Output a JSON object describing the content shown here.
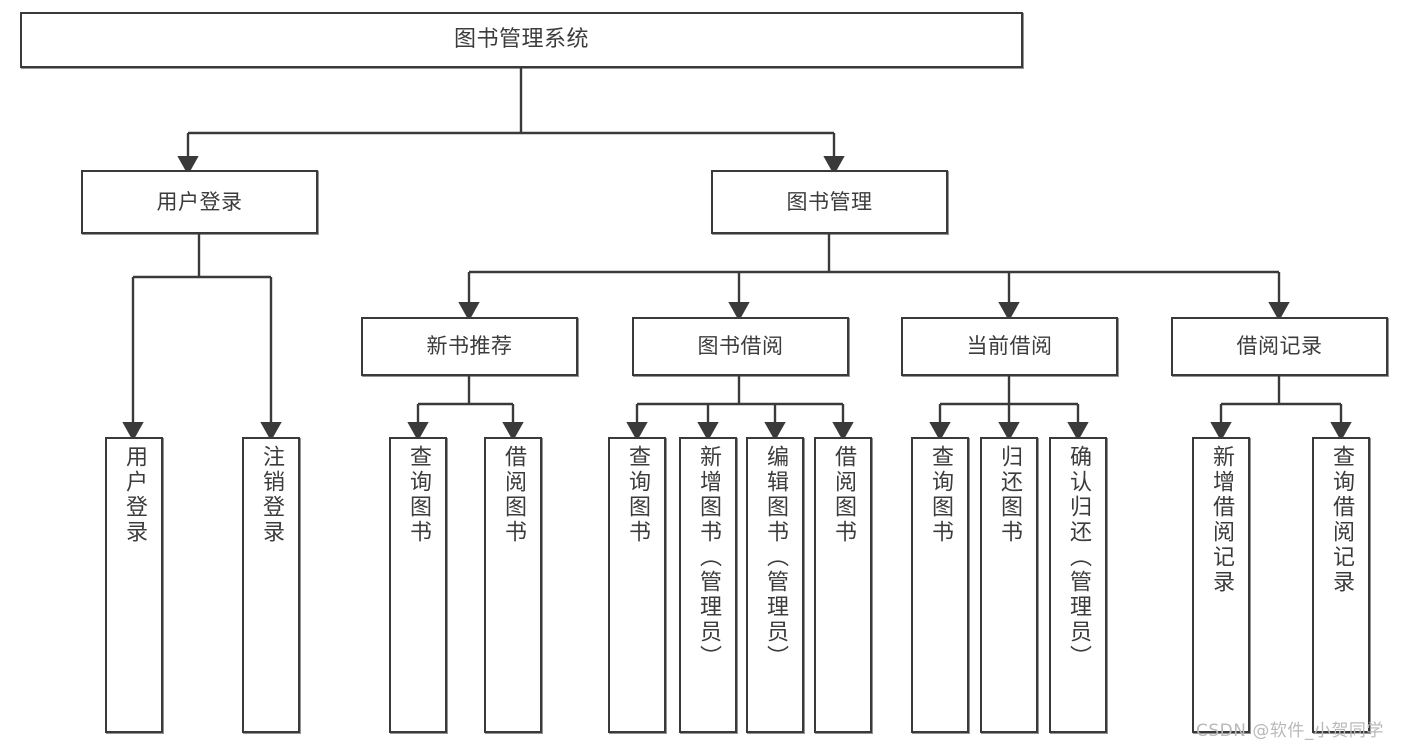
{
  "diagram": {
    "title": "图书管理系统",
    "root": {
      "label": "图书管理系统"
    },
    "level2": [
      {
        "label": "用户登录"
      },
      {
        "label": "图书管理"
      }
    ],
    "level3": [
      {
        "label": "新书推荐"
      },
      {
        "label": "图书借阅"
      },
      {
        "label": "当前借阅"
      },
      {
        "label": "借阅记录"
      }
    ],
    "leaves": [
      {
        "label": "用户登录"
      },
      {
        "label": "注销登录"
      },
      {
        "label": "查询图书"
      },
      {
        "label": "借阅图书"
      },
      {
        "label": "查询图书"
      },
      {
        "label": "新增图书（管理员）"
      },
      {
        "label": "编辑图书（管理员）"
      },
      {
        "label": "借阅图书"
      },
      {
        "label": "查询图书"
      },
      {
        "label": "归还图书"
      },
      {
        "label": "确认归还（管理员）"
      },
      {
        "label": "新增借阅记录"
      },
      {
        "label": "查询借阅记录"
      }
    ],
    "watermark": "CSDN @软件_小贺同学",
    "colors": {
      "stroke": "#3a3a3a",
      "text": "#3c3c3c",
      "background": "#ffffff",
      "watermark": "#b9b9b9"
    }
  }
}
